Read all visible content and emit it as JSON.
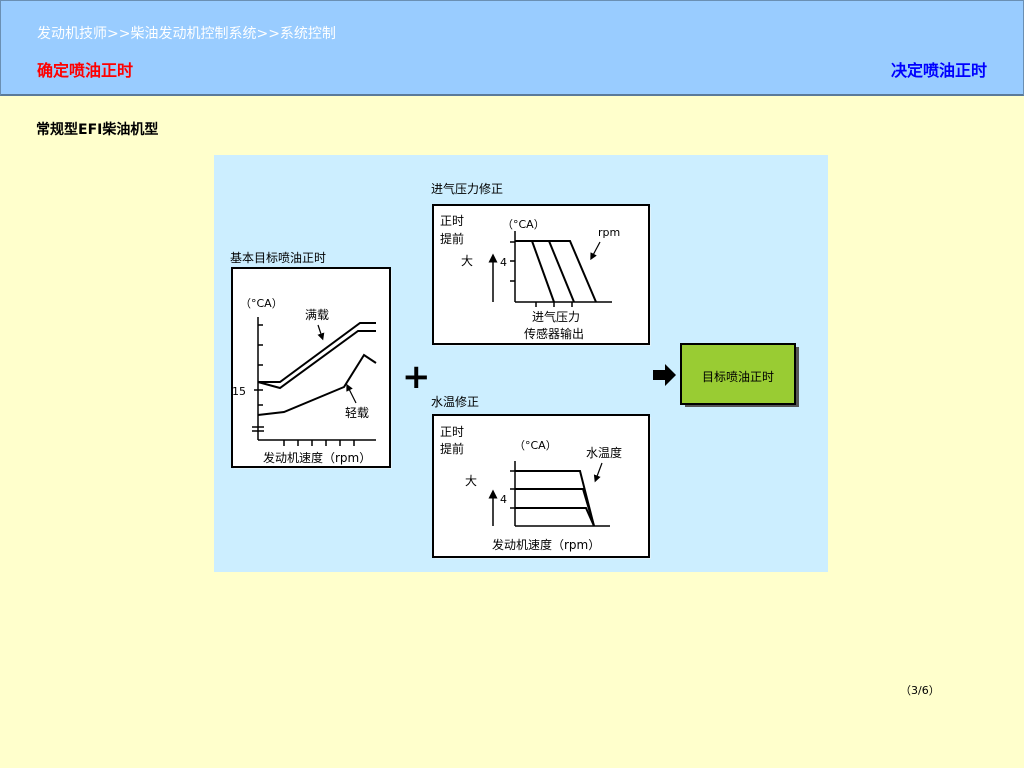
{
  "header": {
    "breadcrumb": "发动机技师>>柴油发动机控制系统>>系统控制",
    "left_title": "确定喷油正时",
    "right_title": "决定喷油正时"
  },
  "section_title": "常规型EFI柴油机型",
  "diagram": {
    "basic_box": {
      "title": "基本目标喷油正时",
      "unit": "（°CA）",
      "full_load": "满载",
      "light_load": "轻载",
      "tick_15": "15",
      "xlabel": "发动机速度（rpm）"
    },
    "plus": "+",
    "intake_box": {
      "title": "进气压力修正",
      "y_label_1": "正时",
      "y_label_2": "提前",
      "unit": "（°CA）",
      "rpm": "rpm",
      "big": "大",
      "tick_4": "4",
      "xlabel_1": "进气压力",
      "xlabel_2": "传感器输出"
    },
    "water_box": {
      "title": "水温修正",
      "y_label_1": "正时",
      "y_label_2": "提前",
      "unit": "（°CA）",
      "water_temp": "水温度",
      "big": "大",
      "tick_4": "4",
      "xlabel": "发动机速度（rpm）"
    },
    "target": "目标喷油正时"
  },
  "page_number": "（3/6）",
  "colors": {
    "background": "#ffffcc",
    "header": "#99ccff",
    "diagram_bg": "#cceeff",
    "target_box": "#99cc33",
    "left_title": "#ff0000",
    "right_title": "#0000ff"
  }
}
